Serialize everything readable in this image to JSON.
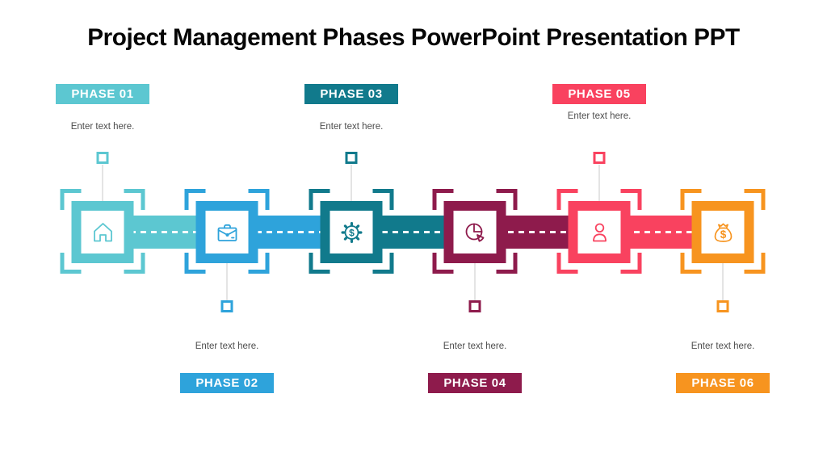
{
  "title": "Project Management Phases PowerPoint Presentation PPT",
  "timeline": {
    "dash_color": "#ffffff",
    "connector_line_color": "#c9c9c9"
  },
  "phases": [
    {
      "label": "PHASE 01",
      "placeholder": "Enter text here.",
      "color": "#5CC7D1",
      "icon": "home-icon",
      "label_position": "top"
    },
    {
      "label": "PHASE 02",
      "placeholder": "Enter text here.",
      "color": "#2EA3DB",
      "icon": "briefcase-icon",
      "label_position": "bottom"
    },
    {
      "label": "PHASE 03",
      "placeholder": "Enter text here.",
      "color": "#117A8C",
      "icon": "gear-dollar-icon",
      "label_position": "top"
    },
    {
      "label": "PHASE 04",
      "placeholder": "Enter text here.",
      "color": "#8E1B4C",
      "icon": "pie-chart-icon",
      "label_position": "bottom"
    },
    {
      "label": "PHASE 05",
      "placeholder": "Enter text here.",
      "color": "#F9425F",
      "icon": "person-icon",
      "label_position": "top"
    },
    {
      "label": "PHASE 06",
      "placeholder": "Enter text here.",
      "color": "#F7941F",
      "icon": "money-bag-icon",
      "label_position": "bottom"
    }
  ]
}
